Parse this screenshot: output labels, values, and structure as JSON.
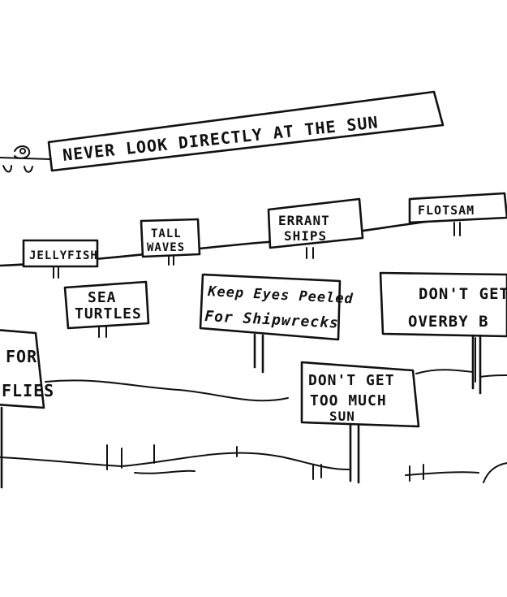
{
  "signs": {
    "sun": "NEVER LOOK DIRECTLY AT THE SUN",
    "jellyfish": "JELLYFISH",
    "tall_waves_1": "TALL",
    "tall_waves_2": "WAVES",
    "errant_1": "ERRANT",
    "errant_2": "SHIPS",
    "flotsam": "FLOTSAM",
    "turtles_1": "SEA",
    "turtles_2": "TURTLES",
    "shipwrecks_1": "Keep Eyes Peeled",
    "shipwrecks_2": "For Shipwrecks",
    "overboard_1": "DON'T GET",
    "overboard_2": "OVERBY B",
    "flies_1": "FOR",
    "flies_2": "FLIES",
    "sun_too_1": "DON'T GET",
    "sun_too_2": "TOO MUCH",
    "sun_too_3": "SUN"
  }
}
